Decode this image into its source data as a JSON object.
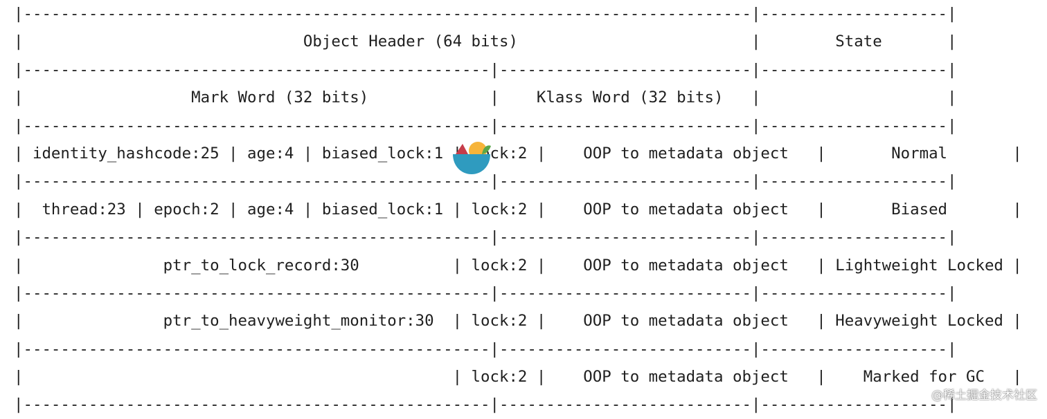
{
  "diagram": {
    "lines": [
      "|------------------------------------------------------------------------------|--------------------|",
      "|                              Object Header (64 bits)                         |        State       |",
      "|--------------------------------------------------|---------------------------|--------------------|",
      "|                  Mark Word (32 bits)             |    Klass Word (32 bits)   |                    |",
      "|--------------------------------------------------|---------------------------|--------------------|",
      "| identity_hashcode:25 | age:4 | biased_lock:1 | lock:2 |    OOP to metadata object   |       Normal       |",
      "|--------------------------------------------------|---------------------------|--------------------|",
      "|  thread:23 | epoch:2 | age:4 | biased_lock:1 | lock:2 |    OOP to metadata object   |       Biased       |",
      "|--------------------------------------------------|---------------------------|--------------------|",
      "|               ptr_to_lock_record:30          | lock:2 |    OOP to metadata object   | Lightweight Locked |",
      "|--------------------------------------------------|---------------------------|--------------------|",
      "|               ptr_to_heavyweight_monitor:30  | lock:2 |    OOP to metadata object   | Heavyweight Locked |",
      "|--------------------------------------------------|---------------------------|--------------------|",
      "|                                              | lock:2 |    OOP to metadata object   |    Marked for GC   |",
      "|--------------------------------------------------|---------------------------|--------------------|"
    ]
  },
  "watermark": "@稀土掘金技术社区",
  "logo": {
    "icon": "juejin-bowl-icon",
    "colors": {
      "bowl": "#2f9bbf",
      "orange": "#f6b43a",
      "leaf": "#5aa64a",
      "red": "#c63d4a"
    }
  }
}
